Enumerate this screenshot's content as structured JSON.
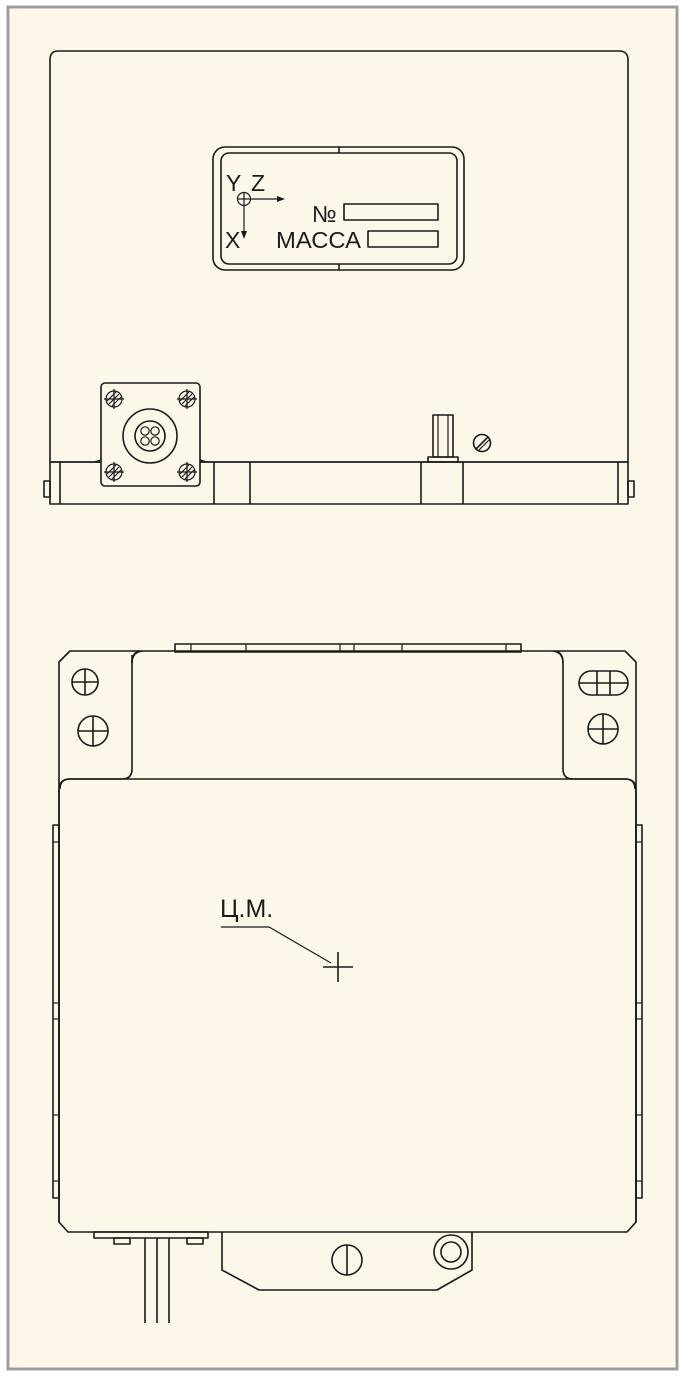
{
  "drawing": {
    "background_color": "#fdf7ea",
    "frame_color": "#9e9e9e",
    "line_color": "#1a1a1a",
    "top_view": {
      "nameplate": {
        "axis_y": "Y",
        "axis_z": "Z",
        "axis_x": "X",
        "number_label": "№",
        "mass_label": "МАССА"
      },
      "connector_icon": "circular-connector-icon",
      "screw_icon": "slotted-screw-icon"
    },
    "bottom_view": {
      "center_of_mass_label": "Ц.М.",
      "center_mark_icon": "crosshair-icon",
      "mount_hole_icon": "mounting-hole-icon"
    }
  }
}
